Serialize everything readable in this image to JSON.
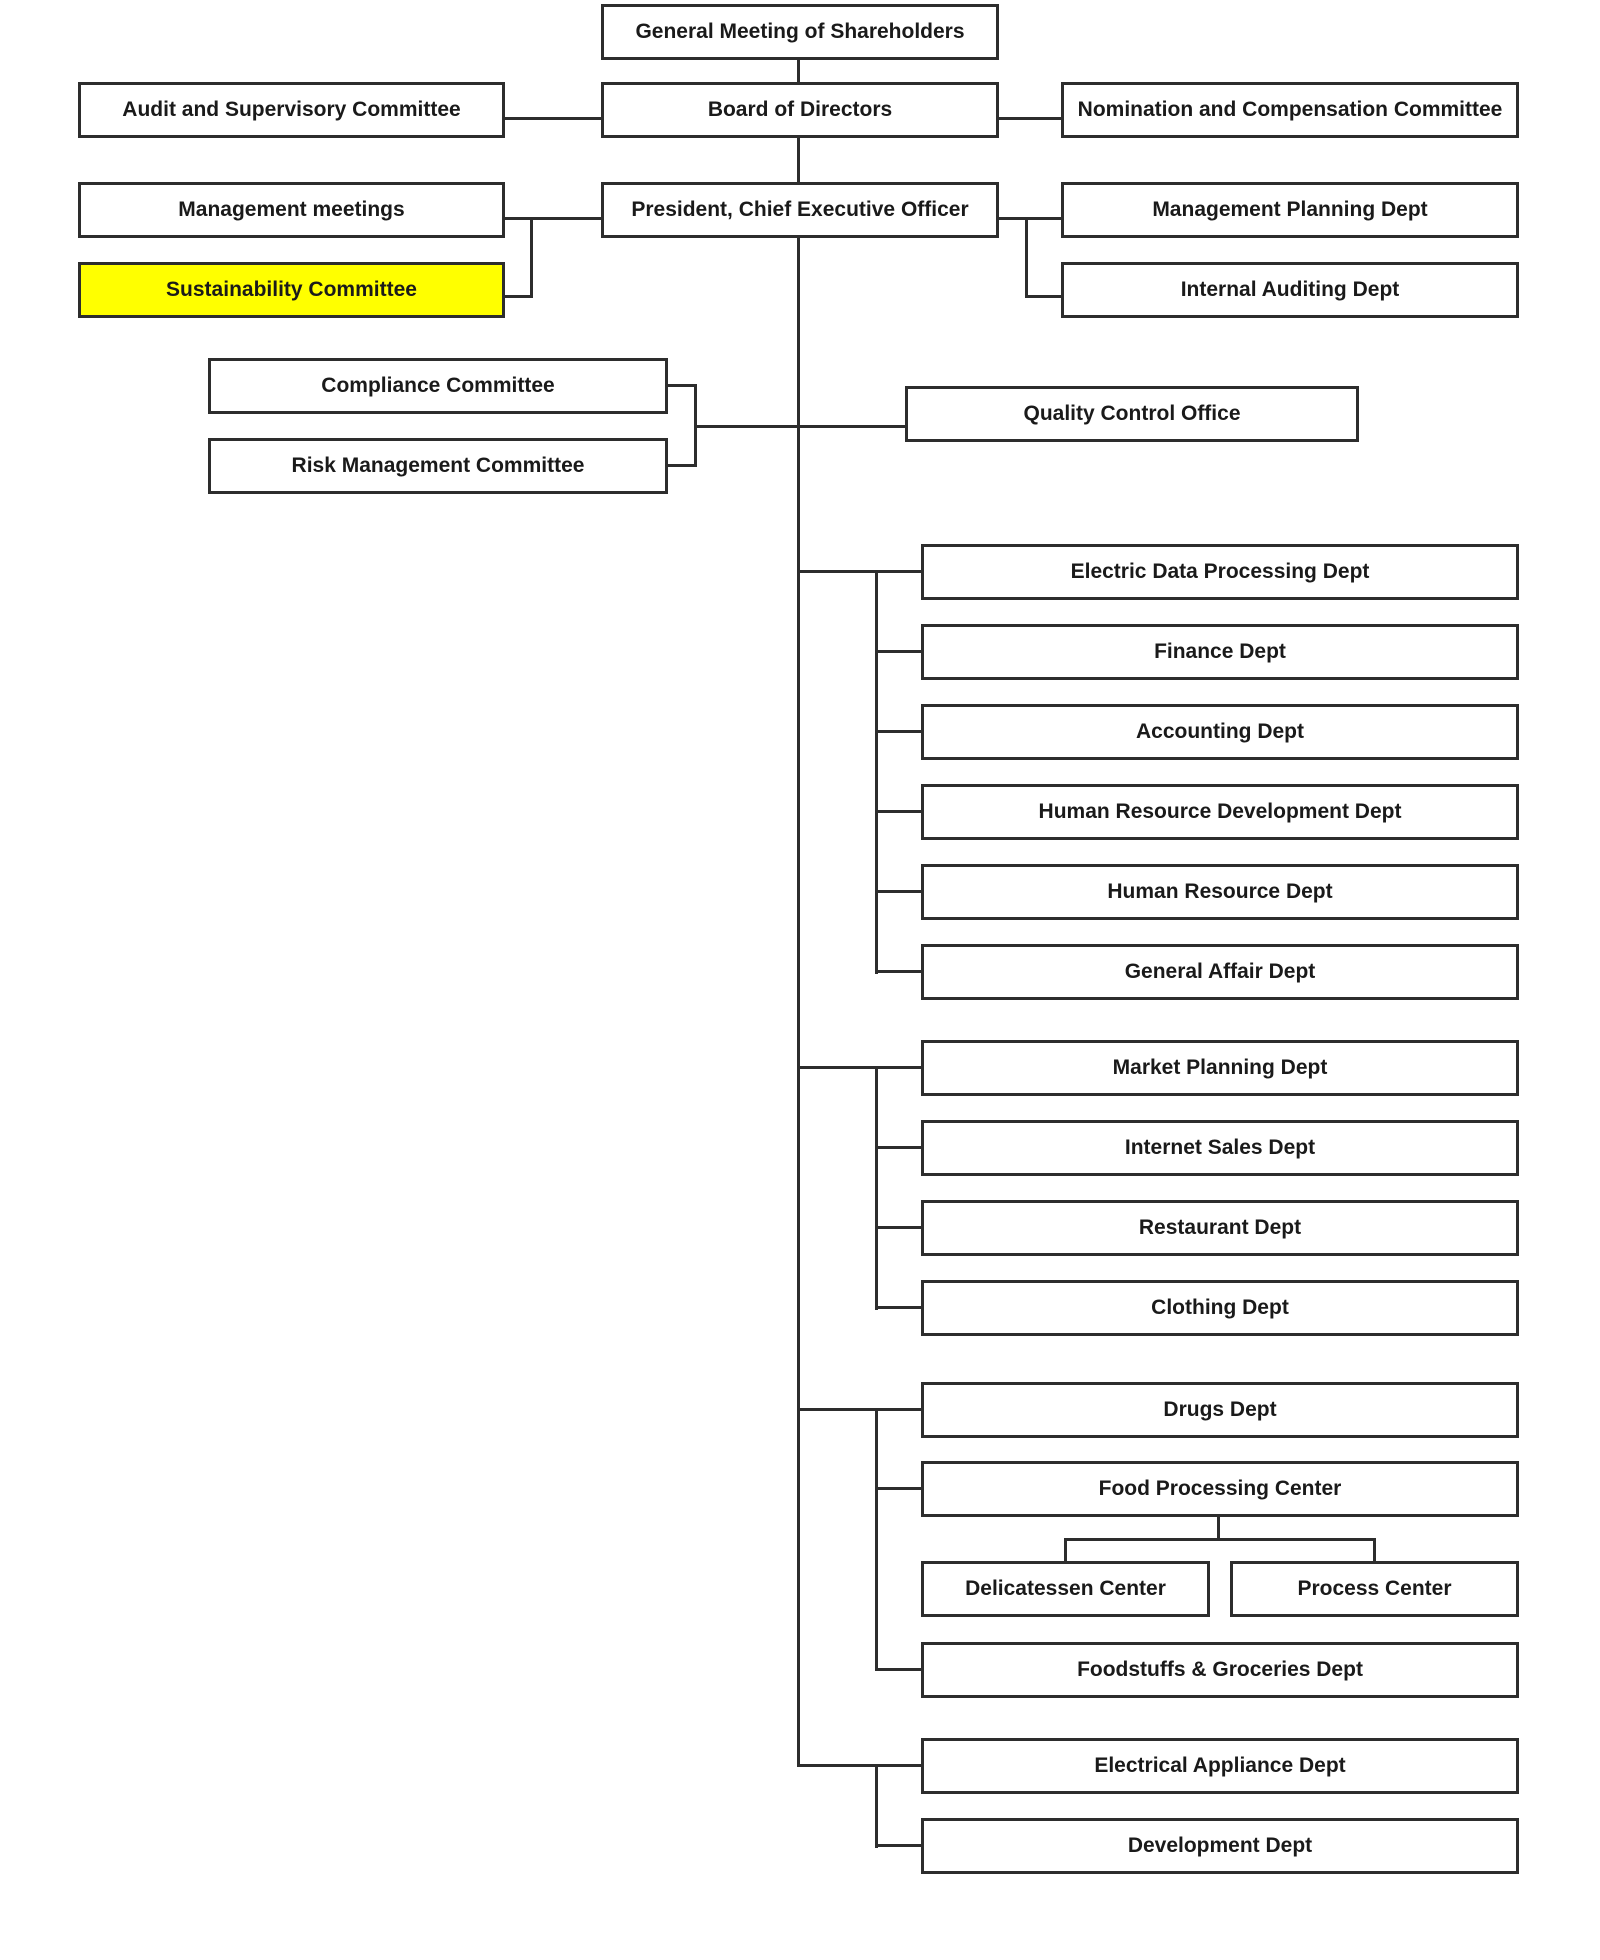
{
  "chart": {
    "type": "organization-chart",
    "highlight_color": "#ffff00",
    "line_color": "#2d2d2d",
    "highlighted_node": "Sustainability Committee"
  },
  "nodes": {
    "general_meeting": "General Meeting of Shareholders",
    "audit_supervisory": "Audit and Supervisory Committee",
    "board": "Board of Directors",
    "nomination_compensation": "Nomination and Compensation Committee",
    "management_meetings": "Management meetings",
    "president_ceo": "President, Chief Executive Officer",
    "management_planning": "Management Planning Dept",
    "sustainability": "Sustainability Committee",
    "internal_auditing": "Internal Auditing Dept",
    "compliance": "Compliance Committee",
    "risk_management": "Risk Management Committee",
    "quality_control": "Quality Control Office",
    "electric_data": "Electric Data Processing Dept",
    "finance": "Finance Dept",
    "accounting": "Accounting Dept",
    "hr_development": "Human Resource Development Dept",
    "human_resource": "Human Resource Dept",
    "general_affair": "General Affair Dept",
    "market_planning": "Market Planning Dept",
    "internet_sales": "Internet Sales Dept",
    "restaurant": "Restaurant Dept",
    "clothing": "Clothing Dept",
    "drugs": "Drugs Dept",
    "food_processing": "Food Processing Center",
    "delicatessen": "Delicatessen Center",
    "process_center": "Process Center",
    "foodstuffs_groceries": "Foodstuffs & Groceries Dept",
    "electrical_appliance": "Electrical Appliance Dept",
    "development": "Development Dept"
  }
}
